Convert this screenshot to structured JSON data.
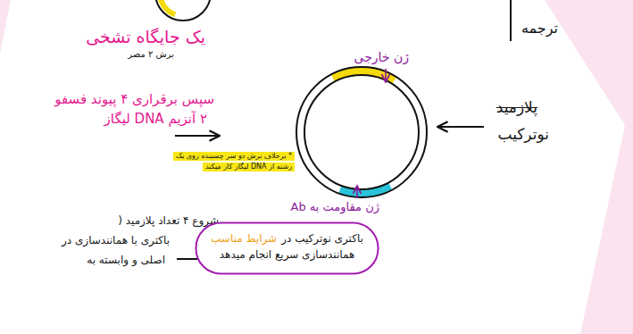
{
  "diagram": {
    "nodes": [
      {
        "text": [
          "باکتری نوترکیب در",
          "شرایط مناسب",
          "همانندسازی سریع انجام میدهد"
        ]
      }
    ],
    "labels": [
      "یک جایگاه تشخی",
      "برش ۲ مصر",
      "ترجمه",
      "سپس برقراری ۴ پیوند فسفو",
      "۲ آنزیم DNA لیگاز",
      "* برخلاف برش دو سر چسبنده روی یک",
      "رشته از DNA لیگاز کار میکند",
      "ژن خارجی",
      "ژن مقاومت به Ab",
      "پلازمید",
      "نوترکیب",
      "شروع ۴ تعداد پلازمید (",
      "باکتری با همانندسازی در",
      "اصلی و وابسته به"
    ]
  }
}
